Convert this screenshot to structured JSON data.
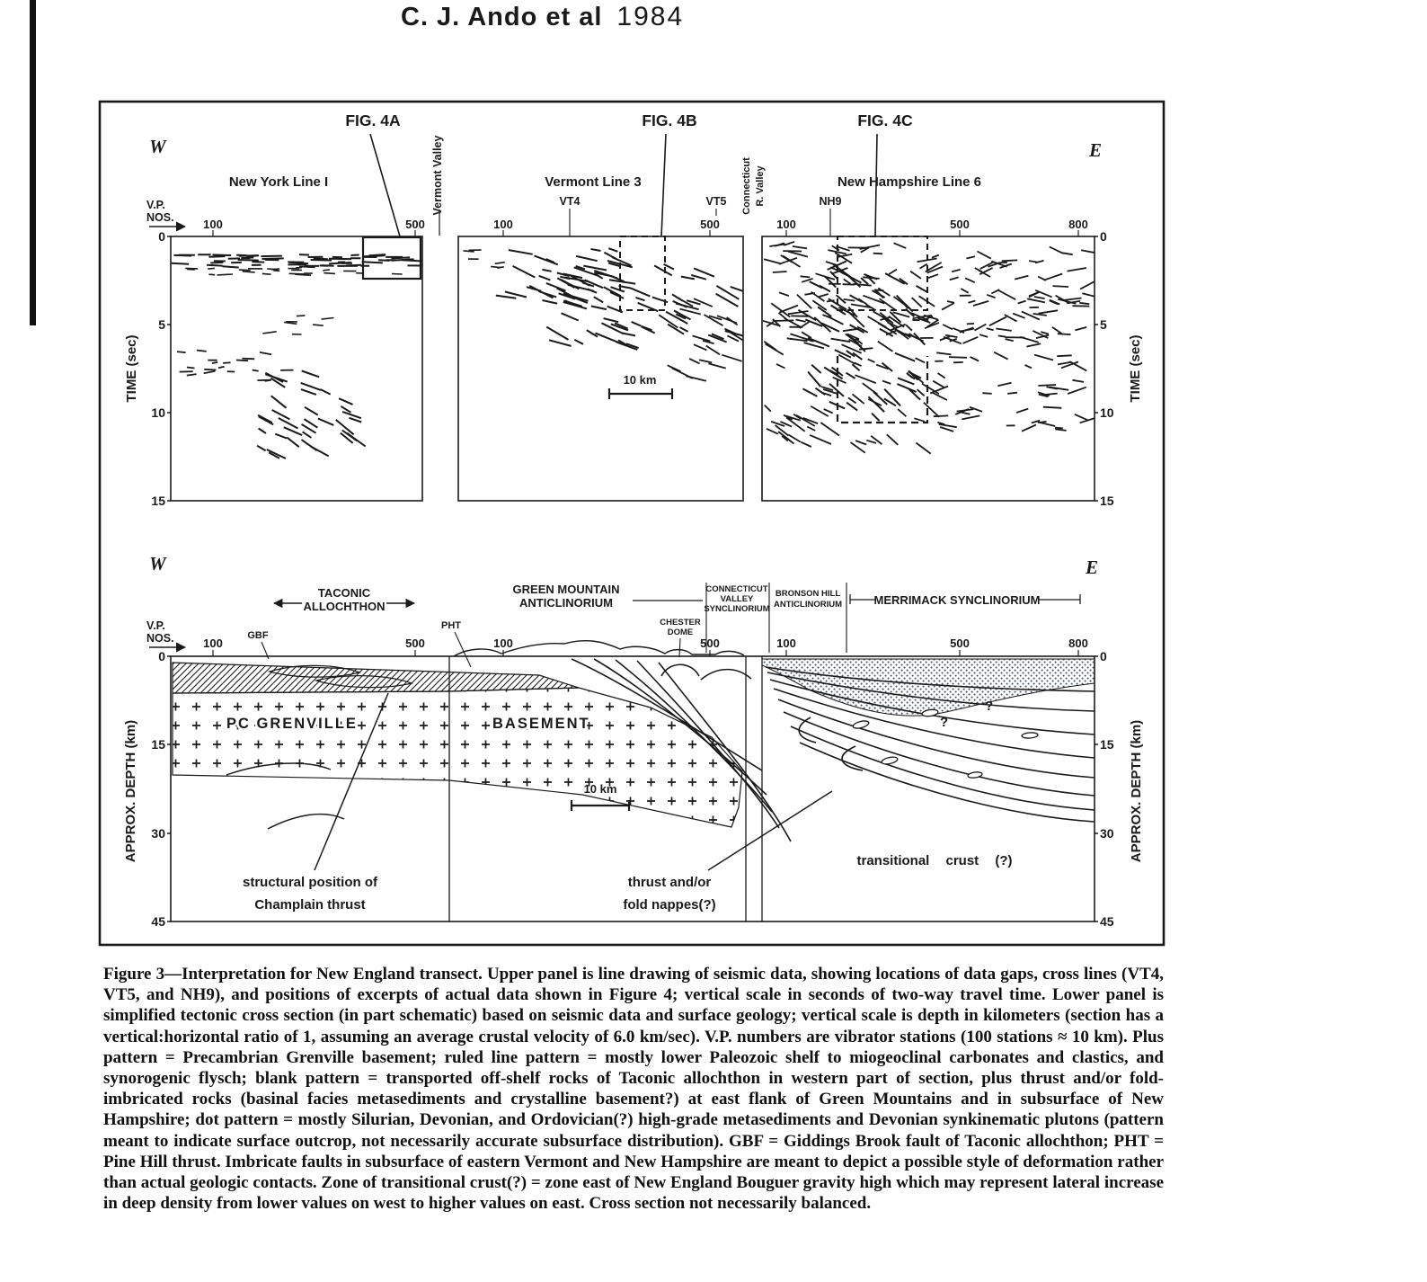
{
  "header": {
    "authors": "C. J. Ando et al",
    "year": "1984"
  },
  "colors": {
    "ink": "#1a1a1a",
    "stipple": "#4d5c6b",
    "paper": "#ffffff"
  },
  "upper": {
    "fig_a": "FIG. 4A",
    "fig_b": "FIG. 4B",
    "fig_c": "FIG. 4C",
    "west": "W",
    "east": "E",
    "line_ny": "New York Line I",
    "line_vt": "Vermont Line 3",
    "line_nh": "New Hampshire Line 6",
    "vermont_valley": "Vermont Valley",
    "connecticut": "Connecticut",
    "r_valley": "R. Valley",
    "vp_line1": "V.P.",
    "vp_line2": "NOS.",
    "vp_ticks": [
      "100",
      "500",
      "100",
      "500",
      "100",
      "500",
      "800"
    ],
    "vt4": "VT4",
    "vt5": "VT5",
    "nh9": "NH9",
    "time_label": "TIME (sec)",
    "time_ticks": [
      "0",
      "5",
      "10",
      "15"
    ],
    "scale": "10 km"
  },
  "lower": {
    "west": "W",
    "east": "E",
    "taconic1": "TACONIC",
    "taconic2": "ALLOCHTHON",
    "gm1": "GREEN MOUNTAIN",
    "gm2": "ANTICLINORIUM",
    "cv1": "CONNECTICUT",
    "cv2": "VALLEY",
    "cv3": "SYNCLINORIUM",
    "bh1": "BRONSON HILL",
    "bh2": "ANTICLINORIUM",
    "merrimack": "MERRIMACK SYNCLINORIUM",
    "chester1": "CHESTER",
    "chester2": "DOME",
    "gbf": "GBF",
    "pht": "PHT",
    "vp_line1": "V.P.",
    "vp_line2": "NOS.",
    "vp_ticks": [
      "100",
      "500",
      "100",
      "500",
      "100",
      "500",
      "800"
    ],
    "depth_label": "APPROX. DEPTH (km)",
    "depth_ticks": [
      "0",
      "15",
      "30",
      "45"
    ],
    "pc_grenville": "PC GRENVILLE",
    "basement": "BASEMENT",
    "question_mark": "?",
    "transitional": "transitional crust (?)",
    "scale": "10 km",
    "champlain1": "structural position of",
    "champlain2": "Champlain thrust",
    "nappes1": "thrust and/or",
    "nappes2": "fold nappes(?)"
  },
  "caption": "Figure 3—Interpretation for New England transect. Upper panel is line drawing of seismic data, showing locations of data gaps, cross lines (VT4, VT5, and NH9), and positions of excerpts of actual data shown in Figure 4; vertical scale in seconds of two-way travel time. Lower panel is simplified tectonic cross section (in part schematic) based on seismic data and surface geology; vertical scale is depth in kilometers (section has a vertical:horizontal ratio of 1, assuming an average crustal velocity of 6.0 km/sec). V.P. numbers are vibrator stations (100 stations ≈ 10 km). Plus pattern = Precambrian Grenville basement; ruled line pattern = mostly lower Paleozoic shelf to miogeoclinal carbonates and clastics, and synorogenic flysch; blank pattern = transported off-shelf rocks of Taconic allochthon in western part of section, plus thrust and/or fold-imbricated rocks (basinal facies metasediments and crystalline basement?) at east flank of Green Mountains and in subsurface of New Hampshire; dot pattern = mostly Silurian, Devonian, and Ordovician(?) high-grade metasediments and Devonian synkinematic plutons (pattern meant to indicate surface outcrop, not necessarily accurate subsurface distribution). GBF = Giddings Brook fault of Taconic allochthon; PHT = Pine Hill thrust. Imbricate faults in subsurface of eastern Vermont and New Hampshire are meant to depict a possible style of deformation rather than actual geologic contacts. Zone of transitional crust(?) = zone east of New England Bouguer gravity high which may represent lateral increase in deep density from lower values on west to higher values on east. Cross section not necessarily balanced."
}
